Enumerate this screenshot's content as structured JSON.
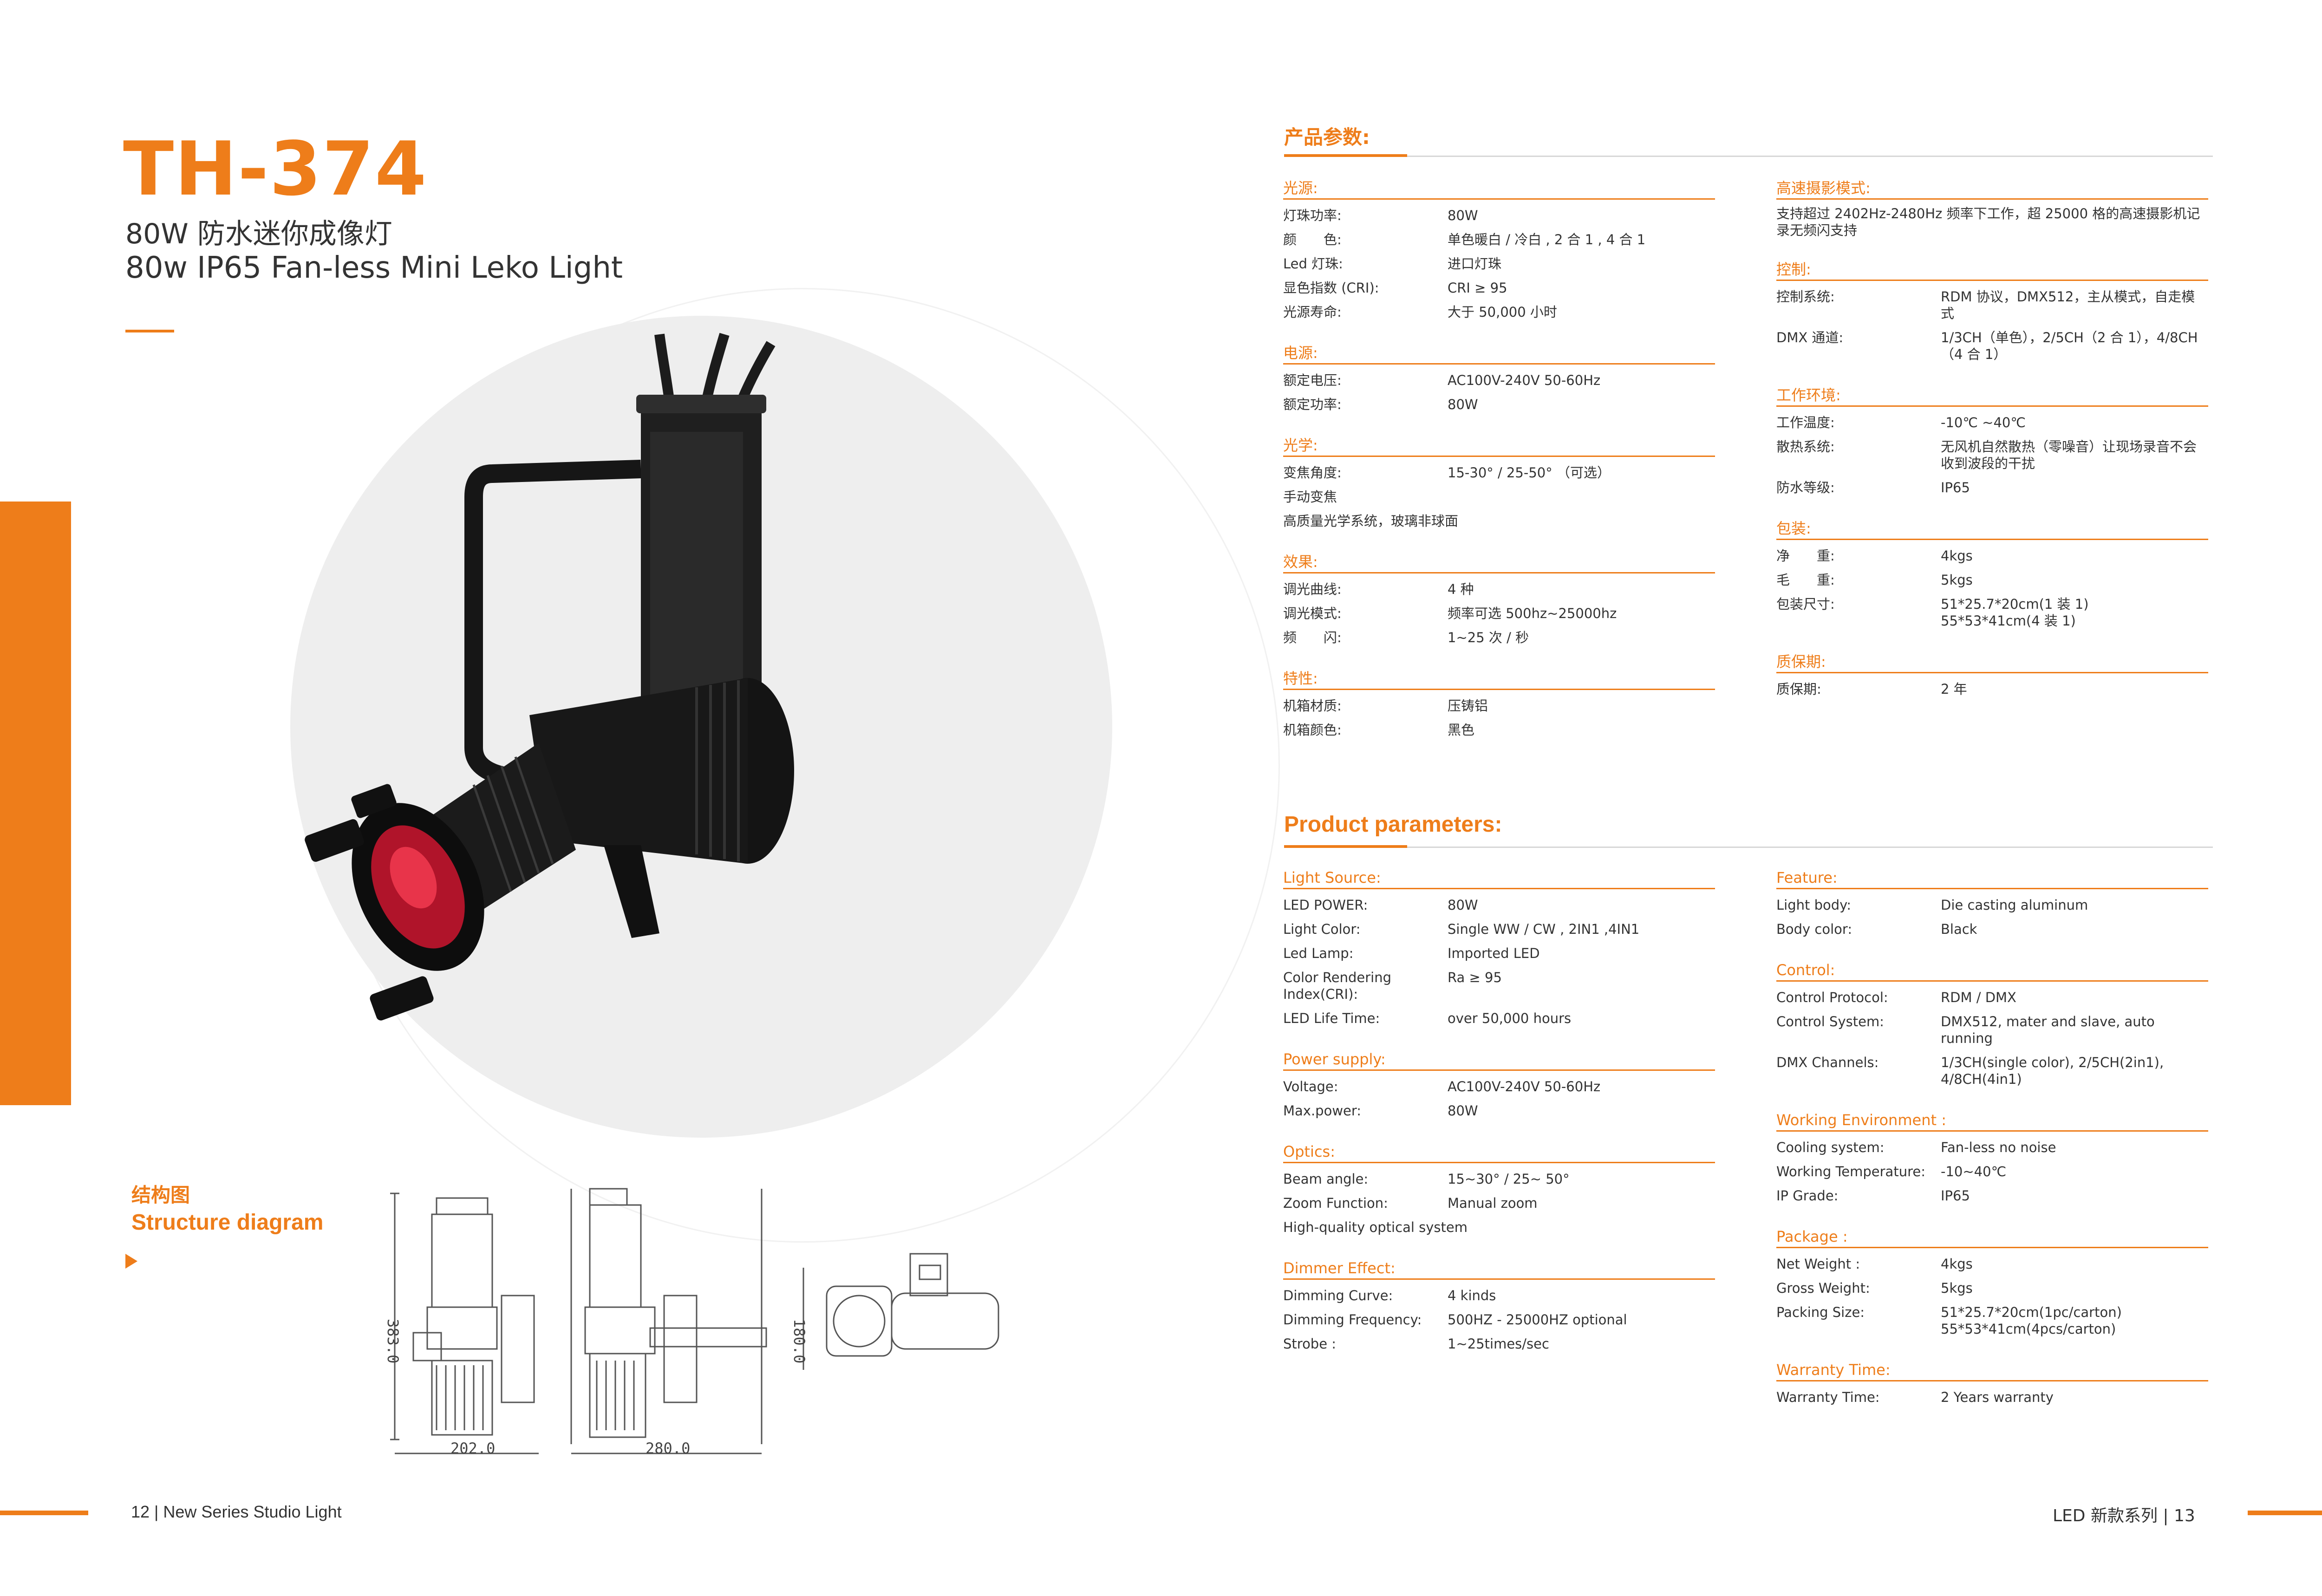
{
  "left": {
    "model": "TH-374",
    "title_cn": "80W 防水迷你成像灯",
    "title_en": "80w IP65 Fan-less Mini Leko Light",
    "structure_cn": "结构图",
    "structure_en": "Structure diagram",
    "dims": {
      "d1": "383.0",
      "d2": "202.0",
      "d3": "280.0",
      "d4": "180.0"
    },
    "footer": "12  |  New Series Studio Light"
  },
  "right": {
    "cn_title": "产品参数:",
    "en_title": "Product parameters:",
    "footer": "LED 新款系列  |  13",
    "cn_left": [
      {
        "head": "光源:",
        "rows": [
          [
            "灯珠功率:",
            "80W"
          ],
          [
            "颜　　色:",
            "单色暖白 / 冷白 , 2 合 1 , 4 合 1"
          ],
          [
            "Led 灯珠:",
            "进口灯珠"
          ],
          [
            "显色指数 (CRI):",
            "CRI ≥ 95"
          ],
          [
            "光源寿命:",
            "大于 50,000 小时"
          ]
        ]
      },
      {
        "head": "电源:",
        "rows": [
          [
            "额定电压:",
            "AC100V-240V  50-60Hz"
          ],
          [
            "额定功率:",
            "80W"
          ]
        ]
      },
      {
        "head": "光学:",
        "rows": [
          [
            "变焦角度:",
            "15-30°  / 25-50°  （可选）"
          ],
          [
            "手动变焦",
            ""
          ],
          [
            "高质量光学系统，玻璃非球面",
            ""
          ]
        ]
      },
      {
        "head": "效果:",
        "rows": [
          [
            "调光曲线:",
            "4 种"
          ],
          [
            "调光模式:",
            "频率可选 500hz~25000hz"
          ],
          [
            "频　　闪:",
            "1~25 次 / 秒"
          ]
        ]
      },
      {
        "head": "特性:",
        "rows": [
          [
            "机箱材质:",
            "压铸铝"
          ],
          [
            "机箱颜色:",
            "黑色"
          ]
        ]
      }
    ],
    "cn_right": [
      {
        "head": "高速摄影模式:",
        "para": "支持超过 2402Hz-2480Hz 频率下工作，超 25000 格的高速摄影机记录无频闪支持"
      },
      {
        "head": "控制:",
        "rows": [
          [
            "控制系统:",
            "RDM 协议，DMX512，主从模式，自走模式"
          ],
          [
            "DMX 通道:",
            "1/3CH（单色），2/5CH（2 合 1），4/8CH（4 合 1）"
          ]
        ]
      },
      {
        "head": "工作环境:",
        "rows": [
          [
            "工作温度:",
            " -10℃ ~40℃"
          ],
          [
            "散热系统:",
            "无风机自然散热（零噪音）让现场录音不会收到波段的干扰"
          ],
          [
            "防水等级:",
            " IP65"
          ]
        ]
      },
      {
        "head": "包装:",
        "rows": [
          [
            "净　　重:",
            "4kgs"
          ],
          [
            "毛　　重:",
            "5kgs"
          ],
          [
            "包装尺寸:",
            "51*25.7*20cm(1 装 1)\n55*53*41cm(4 装 1)"
          ]
        ]
      },
      {
        "head": "质保期:",
        "rows": [
          [
            "质保期:",
            "2 年"
          ]
        ]
      }
    ],
    "en_left": [
      {
        "head": "Light Source:",
        "rows": [
          [
            "LED POWER:",
            "80W"
          ],
          [
            "Light Color:",
            "Single WW / CW , 2IN1 ,4IN1"
          ],
          [
            "Led Lamp:",
            "Imported LED"
          ],
          [
            "Color Rendering\nIndex(CRI):",
            "Ra ≥ 95"
          ],
          [
            "LED Life Time:",
            "over 50,000 hours"
          ]
        ]
      },
      {
        "head": "Power supply:",
        "rows": [
          [
            "Voltage:",
            "AC100V-240V  50-60Hz"
          ],
          [
            "Max.power:",
            "80W"
          ]
        ]
      },
      {
        "head": "Optics:",
        "rows": [
          [
            "Beam angle:",
            "15~30°  / 25~ 50°"
          ],
          [
            "Zoom Function:",
            "Manual zoom"
          ],
          [
            "High-quality optical system",
            ""
          ]
        ]
      },
      {
        "head": "Dimmer Effect:",
        "rows": [
          [
            "Dimming Curve:",
            "4 kinds"
          ],
          [
            "Dimming Frequency:",
            "500HZ - 25000HZ optional"
          ],
          [
            "Strobe :",
            "1~25times/sec"
          ]
        ]
      }
    ],
    "en_right": [
      {
        "head": "Feature:",
        "rows": [
          [
            "Light body:",
            "Die casting aluminum"
          ],
          [
            "Body color:",
            "Black"
          ]
        ]
      },
      {
        "head": "Control:",
        "rows": [
          [
            "Control Protocol:",
            "RDM / DMX"
          ],
          [
            "Control System:",
            "DMX512, mater and slave, auto running"
          ],
          [
            "DMX Channels:",
            "1/3CH(single color), 2/5CH(2in1),\n 4/8CH(4in1)"
          ]
        ]
      },
      {
        "head": "Working Environment :",
        "rows": [
          [
            "Cooling system:",
            "Fan-less no noise"
          ],
          [
            "Working Temperature:",
            " -10~40℃"
          ],
          [
            "IP Grade:",
            "IP65"
          ]
        ]
      },
      {
        "head": "Package :",
        "rows": [
          [
            "Net Weight :",
            "4kgs"
          ],
          [
            "Gross Weight:",
            "5kgs"
          ],
          [
            "Packing Size:",
            "51*25.7*20cm(1pc/carton)\n55*53*41cm(4pcs/carton)"
          ]
        ]
      },
      {
        "head": "Warranty Time:",
        "rows": [
          [
            "Warranty Time:",
            "2 Years warranty"
          ]
        ]
      }
    ]
  }
}
